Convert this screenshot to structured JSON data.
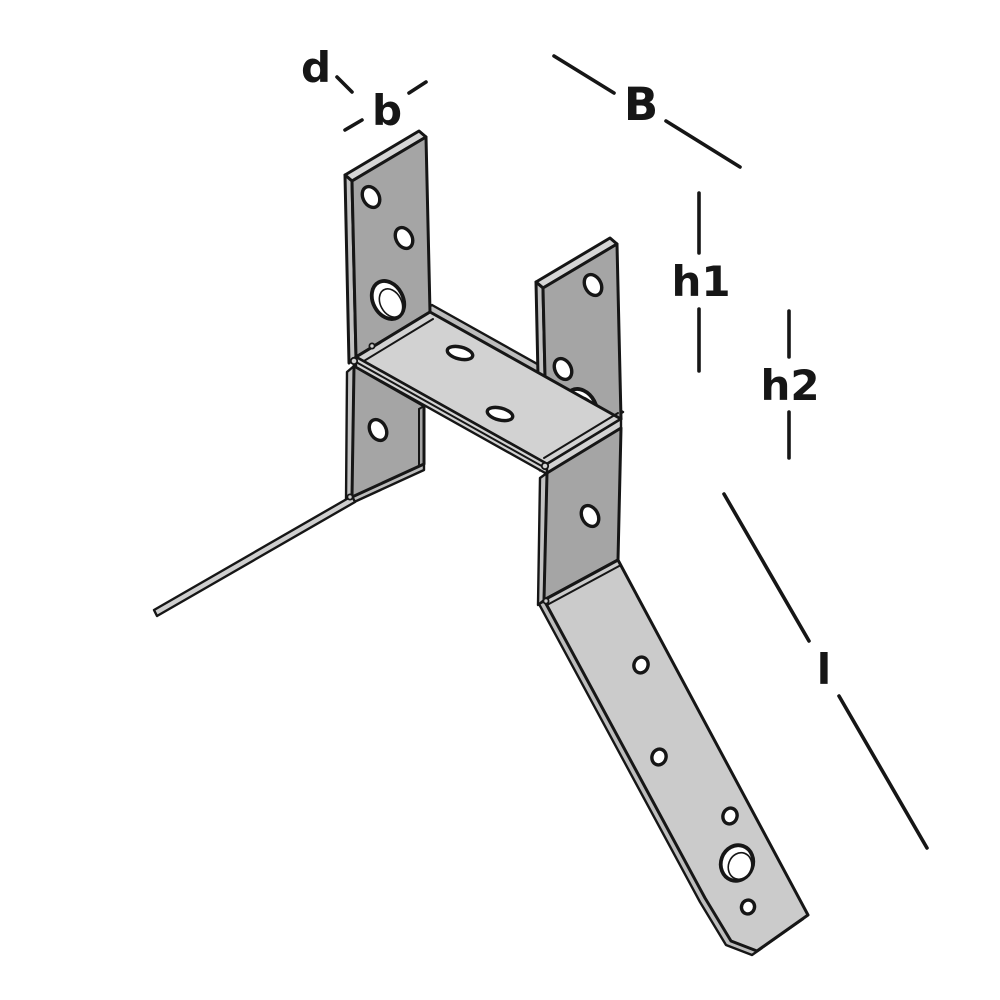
{
  "figure": {
    "description": "Isometric technical line drawing of a U-shaped metal post anchor bracket: two upright perforated plates joined by a horizontal seat plate, continuing below into two lower plates with angled fastening straps (left strap seen edge-on, right strap seen face-on with screw holes), annotated with dimension labels."
  },
  "dimensions": {
    "d": "d",
    "b": "b",
    "B": "B",
    "h1": "h1",
    "h2": "h2",
    "l": "l"
  },
  "colors": {
    "background": "#ffffff",
    "outline": "#161616",
    "plate_face": "#a5a5a5",
    "plate_top_edge": "#d6d6d6",
    "plate_side_edge": "#c2c2c2",
    "seat_face": "#d2d2d2",
    "band_face": "#d2d2d2",
    "leg_face": "#cbcbcb",
    "edge_sliver": "#bdbdbd",
    "strap_edge": "#cfcfcf",
    "hole_fill": "#ffffff",
    "hole_wall": "#919191"
  }
}
